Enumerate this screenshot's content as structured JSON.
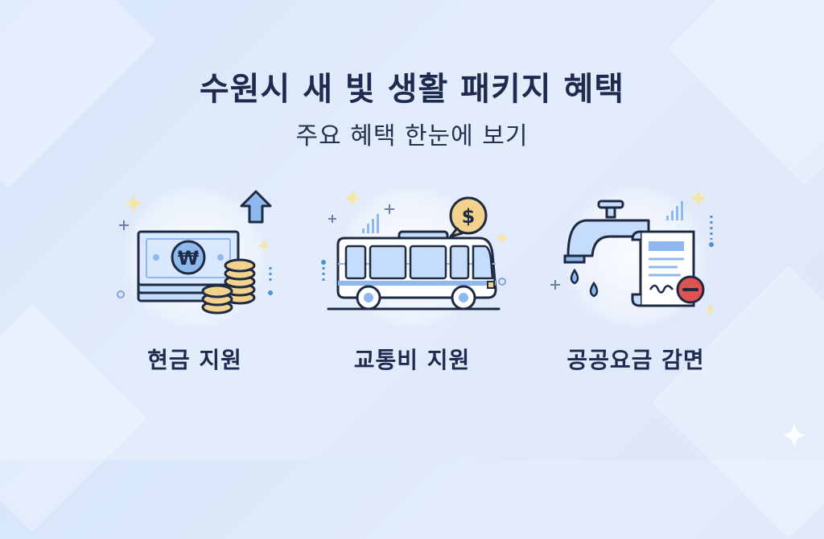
{
  "title": "수원시 새 빛 생활 패키지 혜택",
  "subtitle": "주요 혜택 한눈에 보기",
  "benefits": [
    {
      "label": "현금 지원",
      "icon": "cash-money-icon"
    },
    {
      "label": "교통비 지원",
      "icon": "bus-icon"
    },
    {
      "label": "공공요금 감면",
      "icon": "water-tap-bill-icon"
    }
  ],
  "currency_symbols": {
    "won": "₩",
    "dollar": "$"
  },
  "colors": {
    "navy": "#1d2b4f",
    "outline": "#1e2a44",
    "light_blue": "#c6dcfb",
    "mid_blue": "#8fb8ef",
    "gold": "#f2d28c",
    "red": "#e0524f"
  }
}
